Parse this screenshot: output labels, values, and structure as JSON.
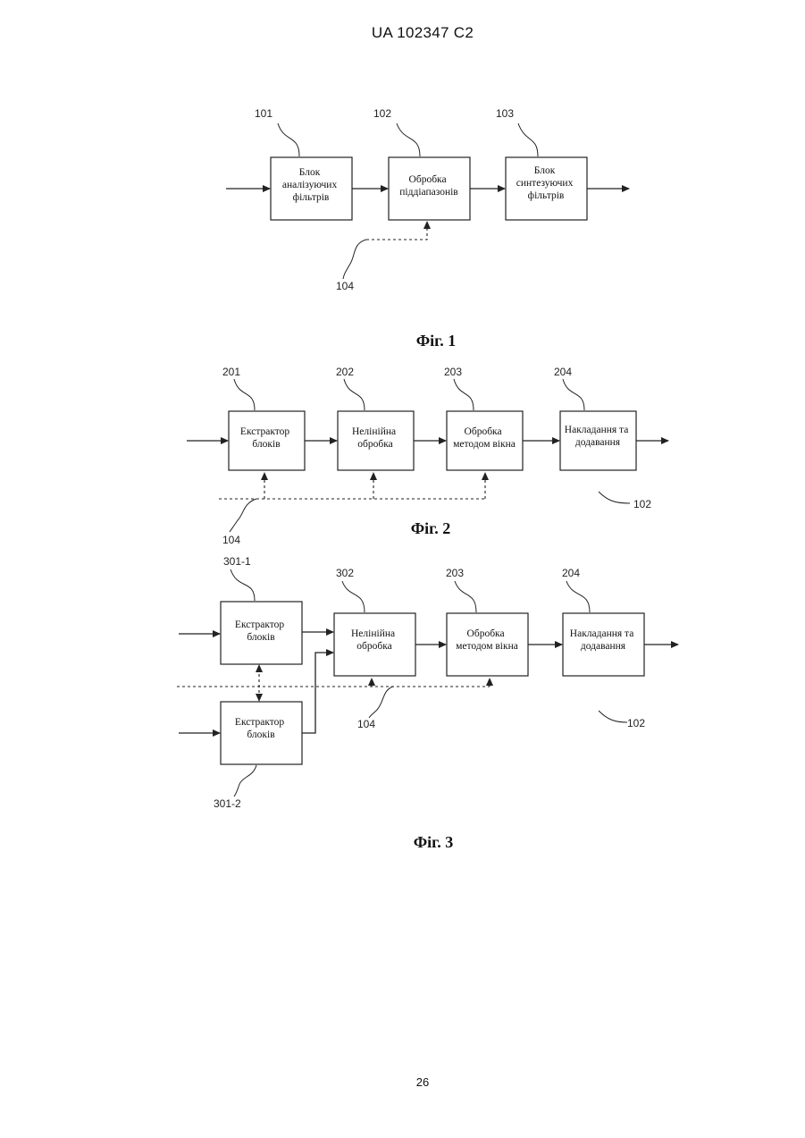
{
  "header": "UA   102347   C2",
  "page_number": "26",
  "fig1": {
    "caption": "Фіг. 1",
    "blocks": [
      {
        "ref": "101",
        "lines": [
          "Блок",
          "аналізуючих",
          "фільтрів"
        ]
      },
      {
        "ref": "102",
        "lines": [
          "Обробка",
          "піддіапазонів"
        ]
      },
      {
        "ref": "103",
        "lines": [
          "Блок",
          "синтезуючих",
          "фільтрів"
        ]
      }
    ],
    "control_ref": "104"
  },
  "fig2": {
    "caption": "Фіг. 2",
    "blocks": [
      {
        "ref": "201",
        "lines": [
          "Екстрактор",
          "блоків"
        ]
      },
      {
        "ref": "202",
        "lines": [
          "Нелінійна",
          "обробка"
        ]
      },
      {
        "ref": "203",
        "lines": [
          "Обробка",
          "методом вікна"
        ]
      },
      {
        "ref": "204",
        "lines": [
          "Накладання та",
          "додавання"
        ]
      }
    ],
    "control_ref": "104",
    "group_ref": "102"
  },
  "fig3": {
    "caption": "Фіг. 3",
    "blocks": [
      {
        "ref": "301-1",
        "lines": [
          "Екстрактор",
          "блоків"
        ]
      },
      {
        "ref": "302",
        "lines": [
          "Нелінійна",
          "обробка"
        ]
      },
      {
        "ref": "203",
        "lines": [
          "Обробка",
          "методом вікна"
        ]
      },
      {
        "ref": "204",
        "lines": [
          "Накладання та",
          "додавання"
        ]
      },
      {
        "ref": "301-2",
        "lines": [
          "Екстрактор",
          "блоків"
        ]
      }
    ],
    "control_ref": "104",
    "group_ref": "102"
  }
}
